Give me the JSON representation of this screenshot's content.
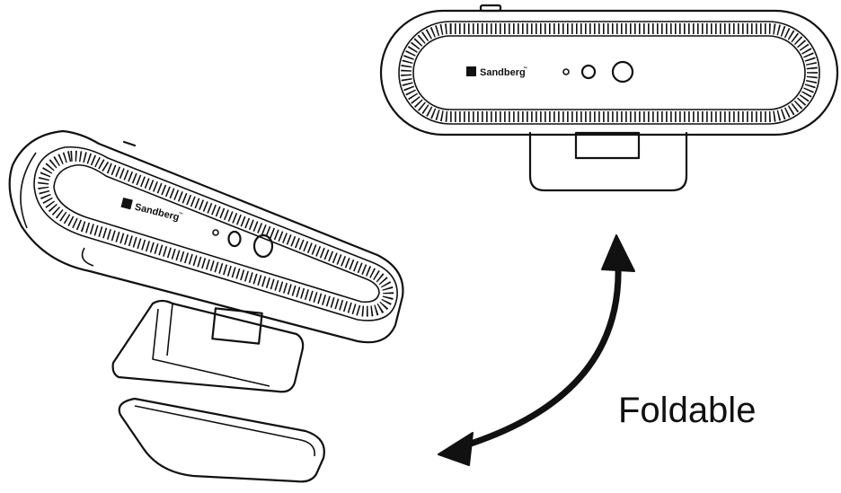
{
  "brand": {
    "logo_text": "Sandberg",
    "mark": "™"
  },
  "annotation": {
    "label": "Foldable"
  },
  "icons": {
    "arrow": "double-headed-curved-arrow",
    "logo_mark": "sandberg-s-logo"
  },
  "colors": {
    "ink": "#111111",
    "background": "#ffffff"
  }
}
